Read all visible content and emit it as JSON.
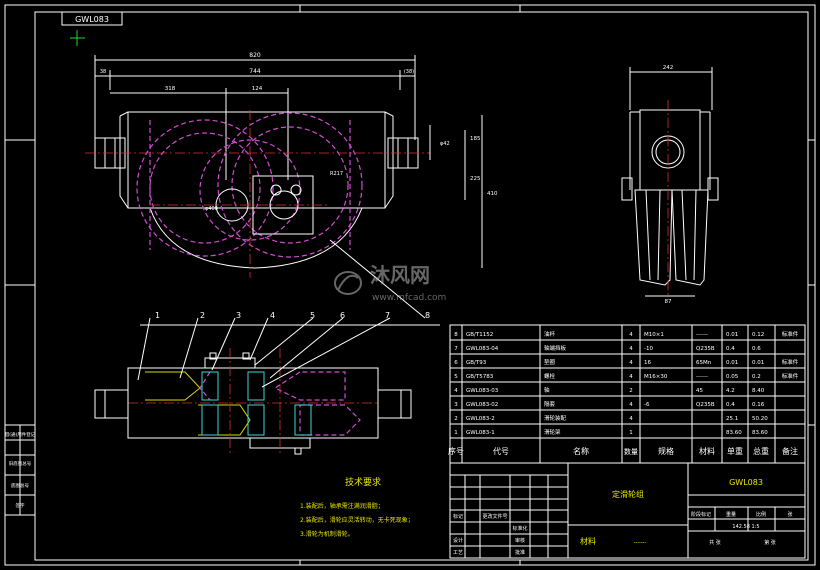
{
  "frame": {
    "code_box": "GWL083",
    "margin_labels": [
      "借(通)用件登记",
      "旧底图总号",
      "底图总号",
      "签字"
    ]
  },
  "watermark": {
    "name": "沐风网",
    "url": "www.mfcad.com"
  },
  "dimensions": {
    "overall": "820",
    "inner": "744",
    "end_left": "38",
    "end_right": "(38)",
    "left_half": "318",
    "center": "124",
    "shaft_dia": "φ42",
    "height_a": "185",
    "height_b": "225",
    "total_height": "410",
    "radius": "R217",
    "diameter": "φ400",
    "side_width": "242",
    "side_bottom": "87"
  },
  "balloons": [
    "1",
    "2",
    "3",
    "4",
    "5",
    "6",
    "7",
    "8"
  ],
  "parts_list": {
    "headers": [
      "序号",
      "代号",
      "名称",
      "数量",
      "规格",
      "材料",
      "单重",
      "总重",
      "备注"
    ],
    "rows": [
      {
        "no": "8",
        "code": "GB/T1152",
        "name": "油杯",
        "qty": "4",
        "spec": "M10×1",
        "material": "------",
        "unit": "0.01",
        "total": "0.12",
        "remark": "标准件"
      },
      {
        "no": "7",
        "code": "GWL083-04",
        "name": "轴端挡板",
        "qty": "4",
        "spec": "-10",
        "material": "Q235B",
        "unit": "0.4",
        "total": "0.6",
        "remark": ""
      },
      {
        "no": "6",
        "code": "GB/T93",
        "name": "垫圈",
        "qty": "4",
        "spec": "16",
        "material": "65Mn",
        "unit": "0.01",
        "total": "0.01",
        "remark": "标准件"
      },
      {
        "no": "5",
        "code": "GB/T5783",
        "name": "螺栓",
        "qty": "4",
        "spec": "M16×30",
        "material": "------",
        "unit": "0.05",
        "total": "0.2",
        "remark": "标准件"
      },
      {
        "no": "4",
        "code": "GWL083-03",
        "name": "轴",
        "qty": "2",
        "spec": "",
        "material": "45",
        "unit": "4.2",
        "total": "8.40",
        "remark": ""
      },
      {
        "no": "3",
        "code": "GWL083-02",
        "name": "隔套",
        "qty": "4",
        "spec": "-6",
        "material": "Q235B",
        "unit": "0.4",
        "total": "0.16",
        "remark": ""
      },
      {
        "no": "2",
        "code": "GWL083-2",
        "name": "滑轮装配",
        "qty": "4",
        "spec": "",
        "material": "",
        "unit": "25.1",
        "total": "50.20",
        "remark": ""
      },
      {
        "no": "1",
        "code": "GWL083-1",
        "name": "滑轮架",
        "qty": "1",
        "spec": "",
        "material": "",
        "unit": "83.60",
        "total": "83.60",
        "remark": ""
      }
    ]
  },
  "title_block": {
    "drawing_name": "定滑轮组",
    "drawing_no": "GWL083",
    "material_label": "材料",
    "material_value": "------",
    "labels": [
      "阶段标记",
      "重量",
      "比例",
      "张"
    ],
    "scale_values": "142.58 1:5",
    "sheet_total": "共 张",
    "sheet_no": "第 张",
    "rows": [
      "标记",
      "设计",
      "工艺"
    ],
    "cols": [
      "更改文件号",
      "标准化",
      "审核",
      "批准"
    ]
  },
  "tech_requirements": {
    "title": "技术要求",
    "items": [
      "1.装配后，轴承需注满润滑脂；",
      "2.装配后，滑轮应灵活转动，无卡死现象；",
      "3.滑轮为机制滑轮。"
    ]
  }
}
